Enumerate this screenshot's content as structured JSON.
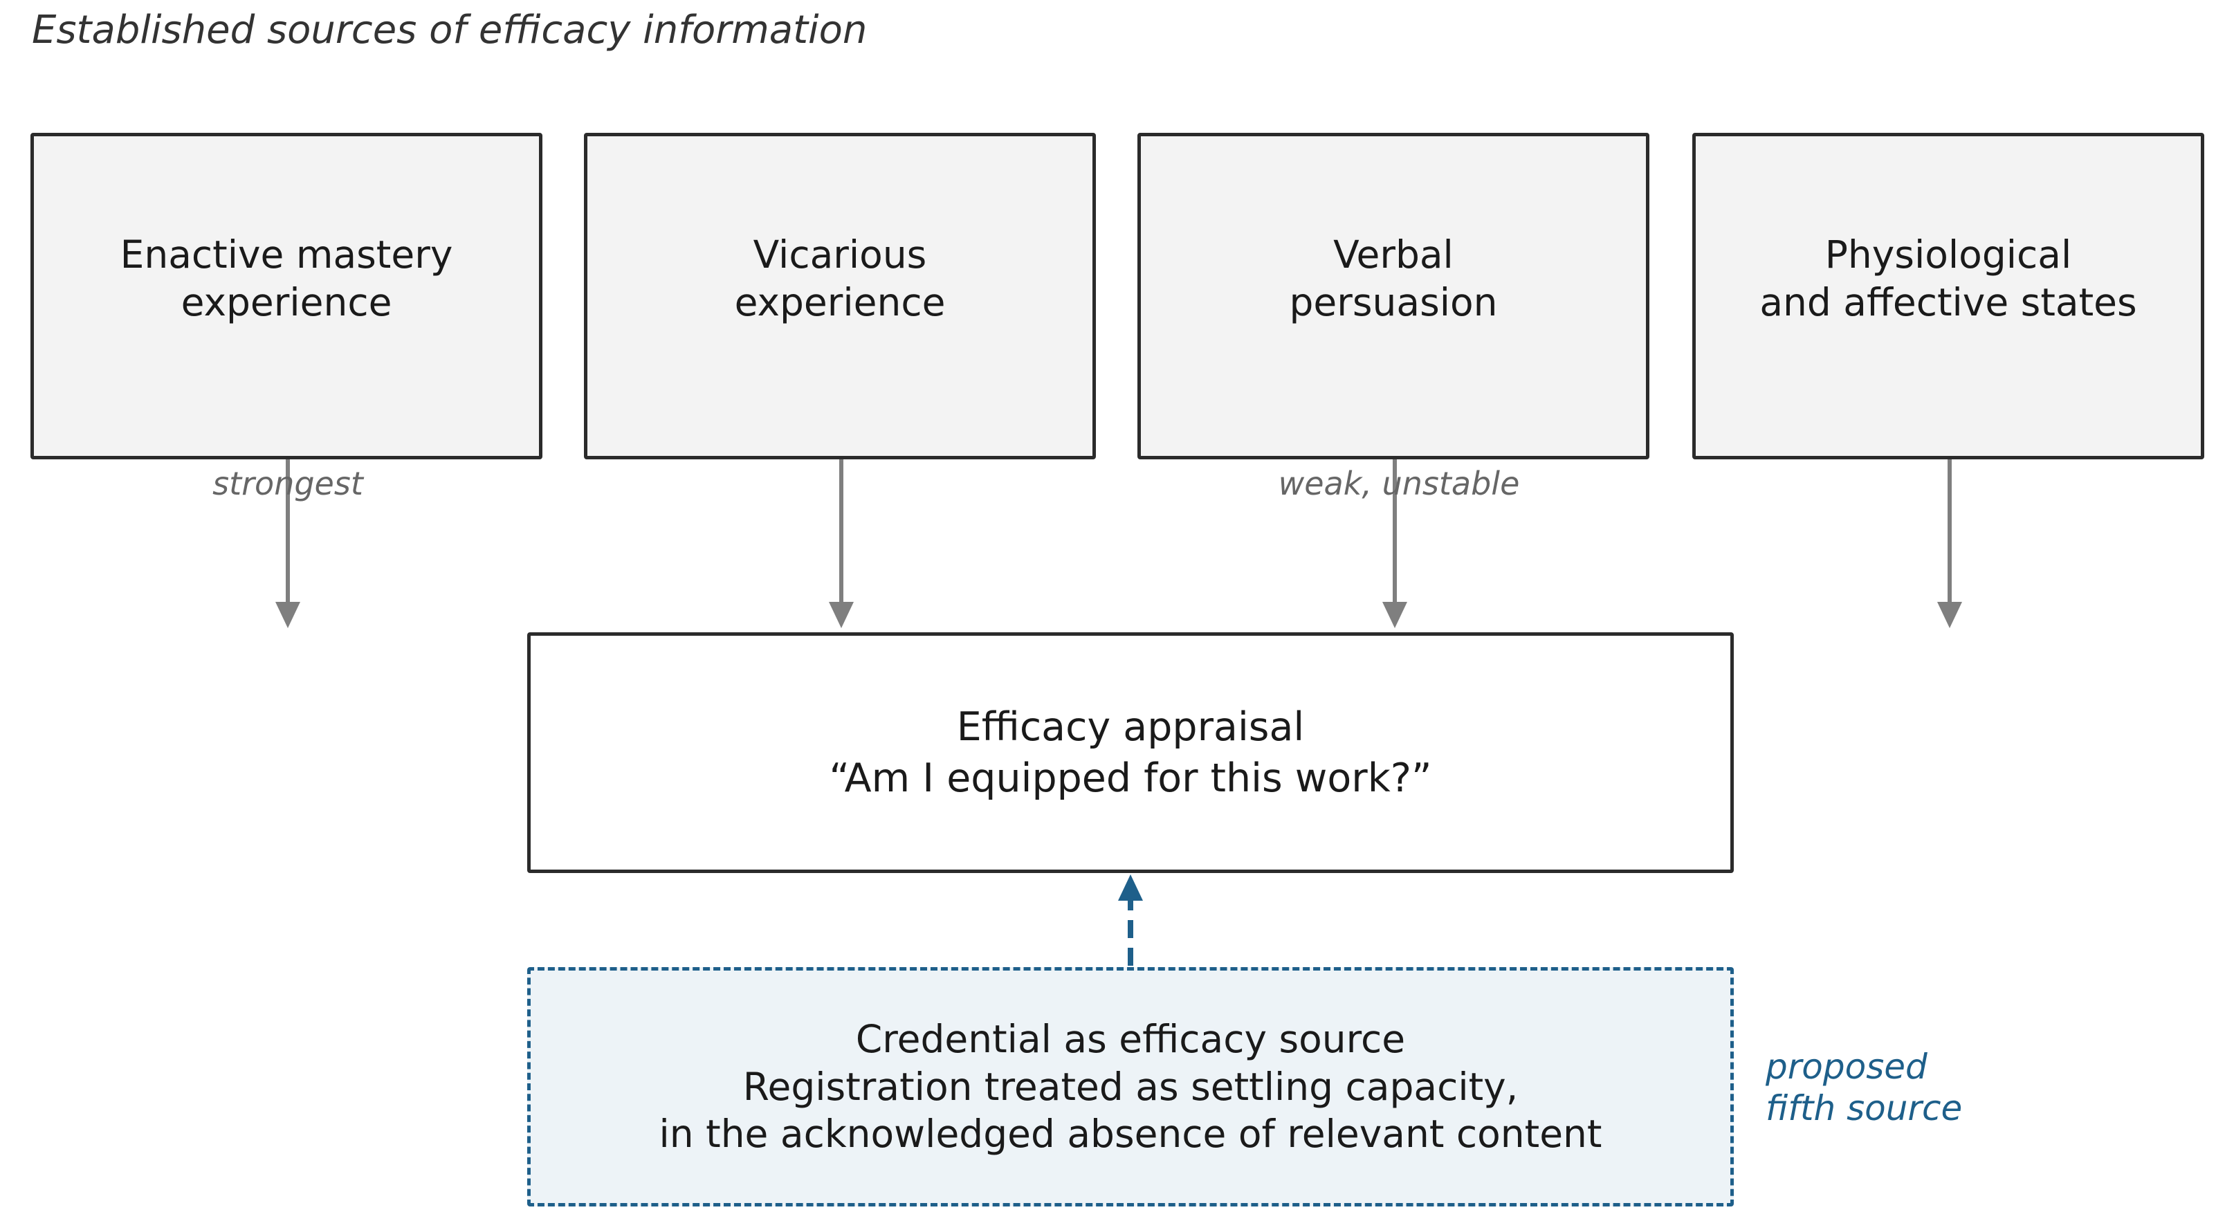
{
  "title": "Established sources of efficacy information",
  "sources": [
    {
      "label": "Enactive mastery\nexperience",
      "note": "strongest"
    },
    {
      "label": "Vicarious\nexperience",
      "note": ""
    },
    {
      "label": "Verbal\npersuasion",
      "note": "weak, unstable"
    },
    {
      "label": "Physiological\nand affective states",
      "note": ""
    }
  ],
  "appraisal": {
    "line1": "Efficacy appraisal",
    "line2": "“Am I equipped for this work?”"
  },
  "credential": {
    "line1": "Credential as efficacy source",
    "line2": "Registration treated as settling capacity,",
    "line3": "in the acknowledged absence of relevant content"
  },
  "proposed": {
    "line1": "proposed",
    "line2": "fifth source"
  },
  "colors": {
    "arrow": "#7f7f7f",
    "accent": "#1e5f8a",
    "source_fill": "#f3f3f3",
    "credential_fill": "#edf3f7"
  }
}
